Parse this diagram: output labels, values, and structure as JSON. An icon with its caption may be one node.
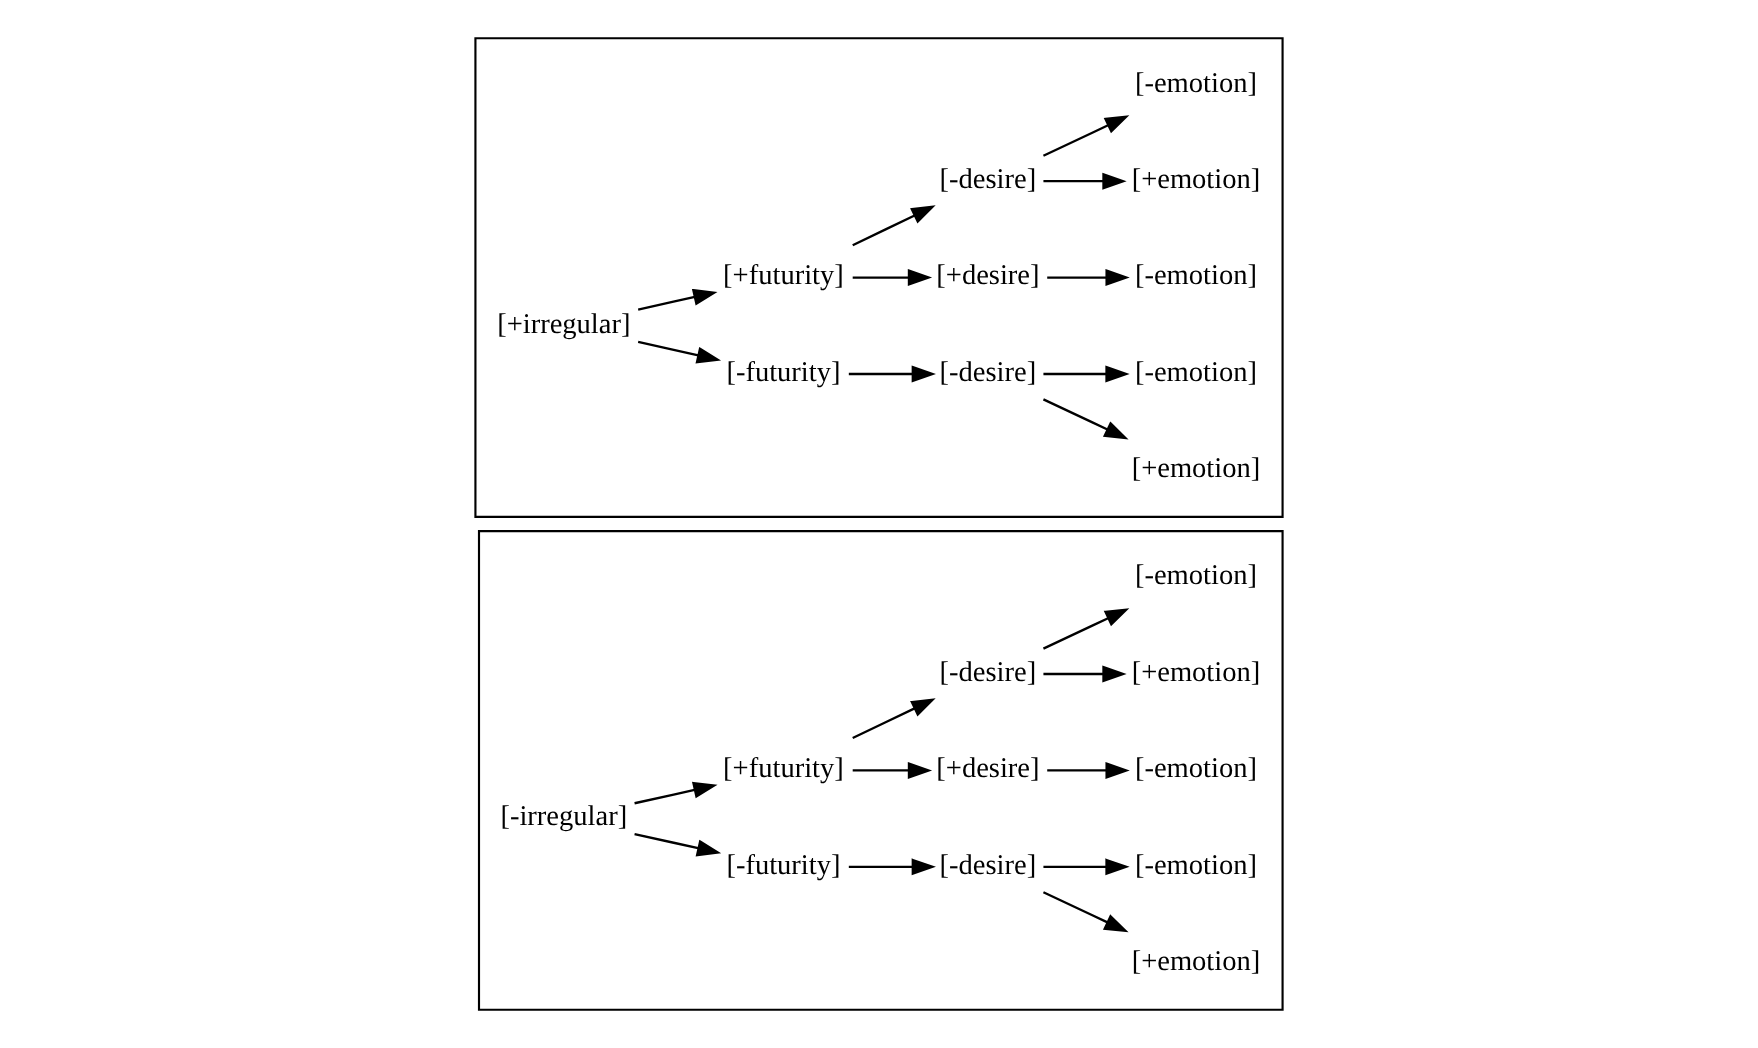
{
  "diagram": {
    "nodes": [
      {
        "text": [],
        "shape": "box"
      },
      {
        "text": [
          "[-irregular]"
        ],
        "in": 0
      },
      {
        "text": [
          "[-futurity]"
        ],
        "in": 0
      },
      {
        "text": [
          "[+futurity]"
        ],
        "in": 0
      },
      {
        "text": [
          "[-desire]"
        ],
        "in": 0
      },
      {
        "text": [
          "[+emotion]"
        ],
        "in": 0
      },
      {
        "text": [
          "[-emotion]"
        ],
        "in": 0
      },
      {
        "text": [
          "[+desire]"
        ],
        "in": 0
      },
      {
        "text": [
          "[-emotion]"
        ],
        "in": 0
      },
      {
        "text": [
          "[-desire]"
        ],
        "in": 0
      },
      {
        "text": [
          "[+emotion]"
        ],
        "in": 0
      },
      {
        "text": [
          "[-emotion]"
        ],
        "in": 0
      },
      {
        "text": [],
        "shape": "box"
      },
      {
        "text": [
          "[+irregular]"
        ],
        "in": 12
      },
      {
        "text": [
          "[-futurity]"
        ],
        "in": 12
      },
      {
        "text": [
          "[+futurity]"
        ],
        "in": 12
      },
      {
        "text": [
          "[-desire]"
        ],
        "in": 12
      },
      {
        "text": [
          "[+emotion]"
        ],
        "in": 12
      },
      {
        "text": [
          "[-emotion]"
        ],
        "in": 12
      },
      {
        "text": [
          "[+desire]"
        ],
        "in": 12
      },
      {
        "text": [
          "[-emotion]"
        ],
        "in": 12
      },
      {
        "text": [
          "[-desire]"
        ],
        "in": 12
      },
      {
        "text": [
          "[+emotion]"
        ],
        "in": 12
      },
      {
        "text": [
          "[-emotion]"
        ],
        "in": 12
      }
    ],
    "edges": [
      {
        "from": 1,
        "to": 2,
        "arrow": "to"
      },
      {
        "from": 1,
        "to": 3,
        "arrow": "to"
      },
      {
        "from": 2,
        "to": 4,
        "arrow": "to"
      },
      {
        "from": 4,
        "to": 5,
        "arrow": "to"
      },
      {
        "from": 4,
        "to": 6,
        "arrow": "to"
      },
      {
        "from": 3,
        "to": 7,
        "arrow": "to"
      },
      {
        "from": 3,
        "to": 9,
        "arrow": "to"
      },
      {
        "from": 7,
        "to": 8,
        "arrow": "to"
      },
      {
        "from": 9,
        "to": 10,
        "arrow": "to"
      },
      {
        "from": 9,
        "to": 11,
        "arrow": "to"
      },
      {
        "from": 13,
        "to": 14,
        "arrow": "to"
      },
      {
        "from": 13,
        "to": 15,
        "arrow": "to"
      },
      {
        "from": 14,
        "to": 16,
        "arrow": "to"
      },
      {
        "from": 16,
        "to": 17,
        "arrow": "to"
      },
      {
        "from": 16,
        "to": 18,
        "arrow": "to"
      },
      {
        "from": 15,
        "to": 19,
        "arrow": "to"
      },
      {
        "from": 15,
        "to": 21,
        "arrow": "to"
      },
      {
        "from": 19,
        "to": 20,
        "arrow": "to"
      },
      {
        "from": 21,
        "to": 22,
        "arrow": "to"
      },
      {
        "from": 21,
        "to": 23,
        "arrow": "to"
      }
    ]
  }
}
